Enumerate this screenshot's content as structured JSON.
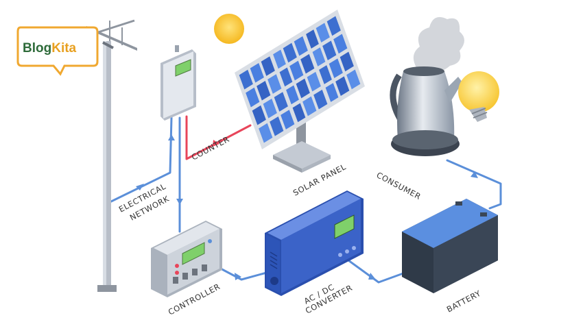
{
  "logo": {
    "part1": "Blog",
    "part2": "Kita",
    "colors": {
      "part1": "#2e6b3a",
      "part2": "#e8a020",
      "bubble_border": "#f0a830"
    }
  },
  "labels": {
    "counter": "COUNTER",
    "solar_panel": "SOLAR PANEL",
    "consumer": "CONSUMER",
    "electrical_line1": "ELECTRICAL",
    "electrical_line2": "NETWORK",
    "controller": "CONTROLLER",
    "converter_line1": "AC / DC",
    "converter_line2": "CONVERTER",
    "battery": "BATTERY"
  },
  "colors": {
    "flow_line": "#5b8fd9",
    "solar_line": "#e8455a",
    "sun": "#f8c630",
    "panel_cell": "#3d6fd0",
    "battery_body": "#2f3a48",
    "battery_top": "#5b8fe0",
    "converter_body": "#3b63c8",
    "screen": "#7fd06a"
  },
  "icons": [
    "sun-icon",
    "light-bulb-icon",
    "kettle-icon",
    "power-pole-icon"
  ]
}
